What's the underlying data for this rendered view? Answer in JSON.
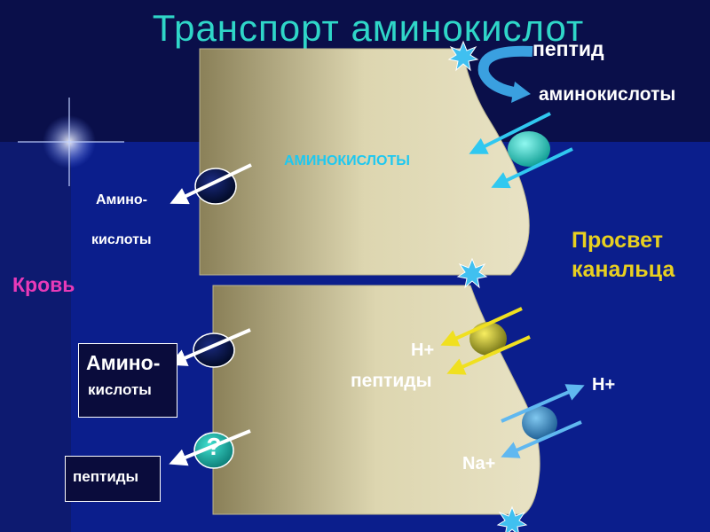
{
  "title": "Транспорт аминокислот",
  "legend": {
    "top": "пептид",
    "bottom": "аминокислоты"
  },
  "cell_top": {
    "inner_label": "АМИНОКИСЛОТЫ",
    "out_label_1": "Амино-",
    "out_label_2": "кислоты"
  },
  "blood_label": "Кровь",
  "lumen_label_1": "Просвет",
  "lumen_label_2": "канальца",
  "cell_bottom": {
    "box1_line1": "Амино-",
    "box1_line2": "кислоты",
    "box2": "пептиды",
    "question_mark": "?",
    "h_plus_left": "H+",
    "peptides": "пептиды",
    "h_plus_right": "H+",
    "na_plus": "Na+"
  },
  "colors": {
    "title": "#2fd6c8",
    "inner_label": "#1ec8f0",
    "blood": "#e83ab8",
    "lumen": "#e8d020",
    "arrow_cyan": "#30c8f0",
    "arrow_yellow": "#f0e020",
    "cell_fill": "#d0c8a0"
  }
}
